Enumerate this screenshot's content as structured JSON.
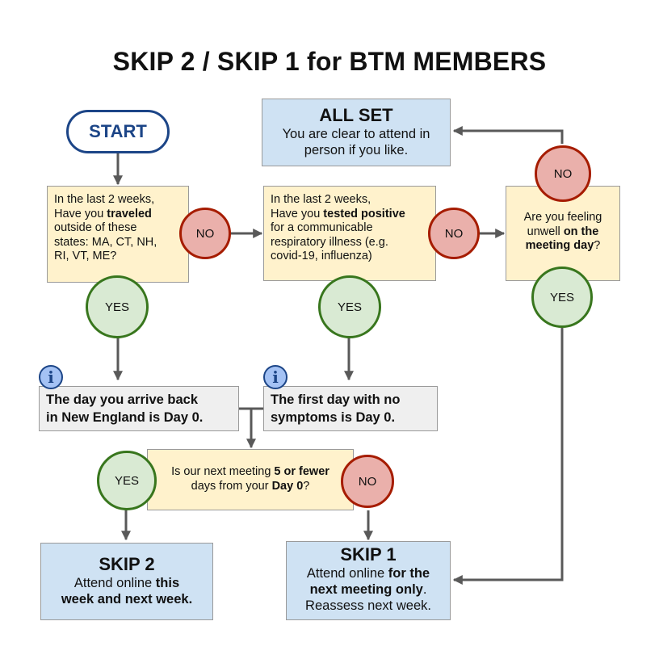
{
  "title": "SKIP 2 / SKIP 1 for BTM MEMBERS",
  "start": "START",
  "all_set": {
    "title": "ALL SET",
    "lines": [
      "You are clear to attend in",
      "person if you like."
    ]
  },
  "q_travel": {
    "l1": "In the last 2 weeks,",
    "l2_pre": "Have you ",
    "l2_bold": "traveled",
    "l3": "outside of these",
    "l4": "states: MA, CT, NH,",
    "l5": "RI, VT, ME?"
  },
  "q_positive": {
    "l1": "In the last 2 weeks,",
    "l2_pre": "Have you ",
    "l2_bold": "tested positive",
    "l3": "for a communicable",
    "l4": "respiratory illness (e.g.",
    "l5": "covid-19, influenza)"
  },
  "q_unwell": {
    "l1": "Are you feeling",
    "l2_pre": "unwell ",
    "l2_bold": "on the",
    "l3_bold": "meeting day",
    "l3_post": "?"
  },
  "info_arrive": [
    "The day you arrive back",
    "in New England is Day 0."
  ],
  "info_symptoms": [
    "The first day with no",
    "symptoms is Day 0."
  ],
  "q_meeting": {
    "l1_pre": "Is our next meeting ",
    "l1_bold": "5 or fewer",
    "l2_pre": "days from your ",
    "l2_bold": "Day 0",
    "l2_post": "?"
  },
  "skip2": {
    "title": "SKIP 2",
    "l1_pre": "Attend online ",
    "l1_bold": "this",
    "l2_bold": "week and next week."
  },
  "skip1": {
    "title": "SKIP 1",
    "l1_pre": "Attend online ",
    "l1_bold": "for the",
    "l2_bold": "next meeting only",
    "l2_post": ".",
    "l3": "Reassess next week."
  },
  "labels": {
    "no": "NO",
    "yes": "YES"
  },
  "colors": {
    "question_fill": "#fff2cc",
    "result_fill": "#cfe2f3",
    "info_fill": "#efefef",
    "no_fill": "#eab0ab",
    "no_border": "#a61c00",
    "yes_fill": "#d9ead3",
    "yes_border": "#38761d",
    "start_border": "#1c4587",
    "arrow": "#595959"
  }
}
